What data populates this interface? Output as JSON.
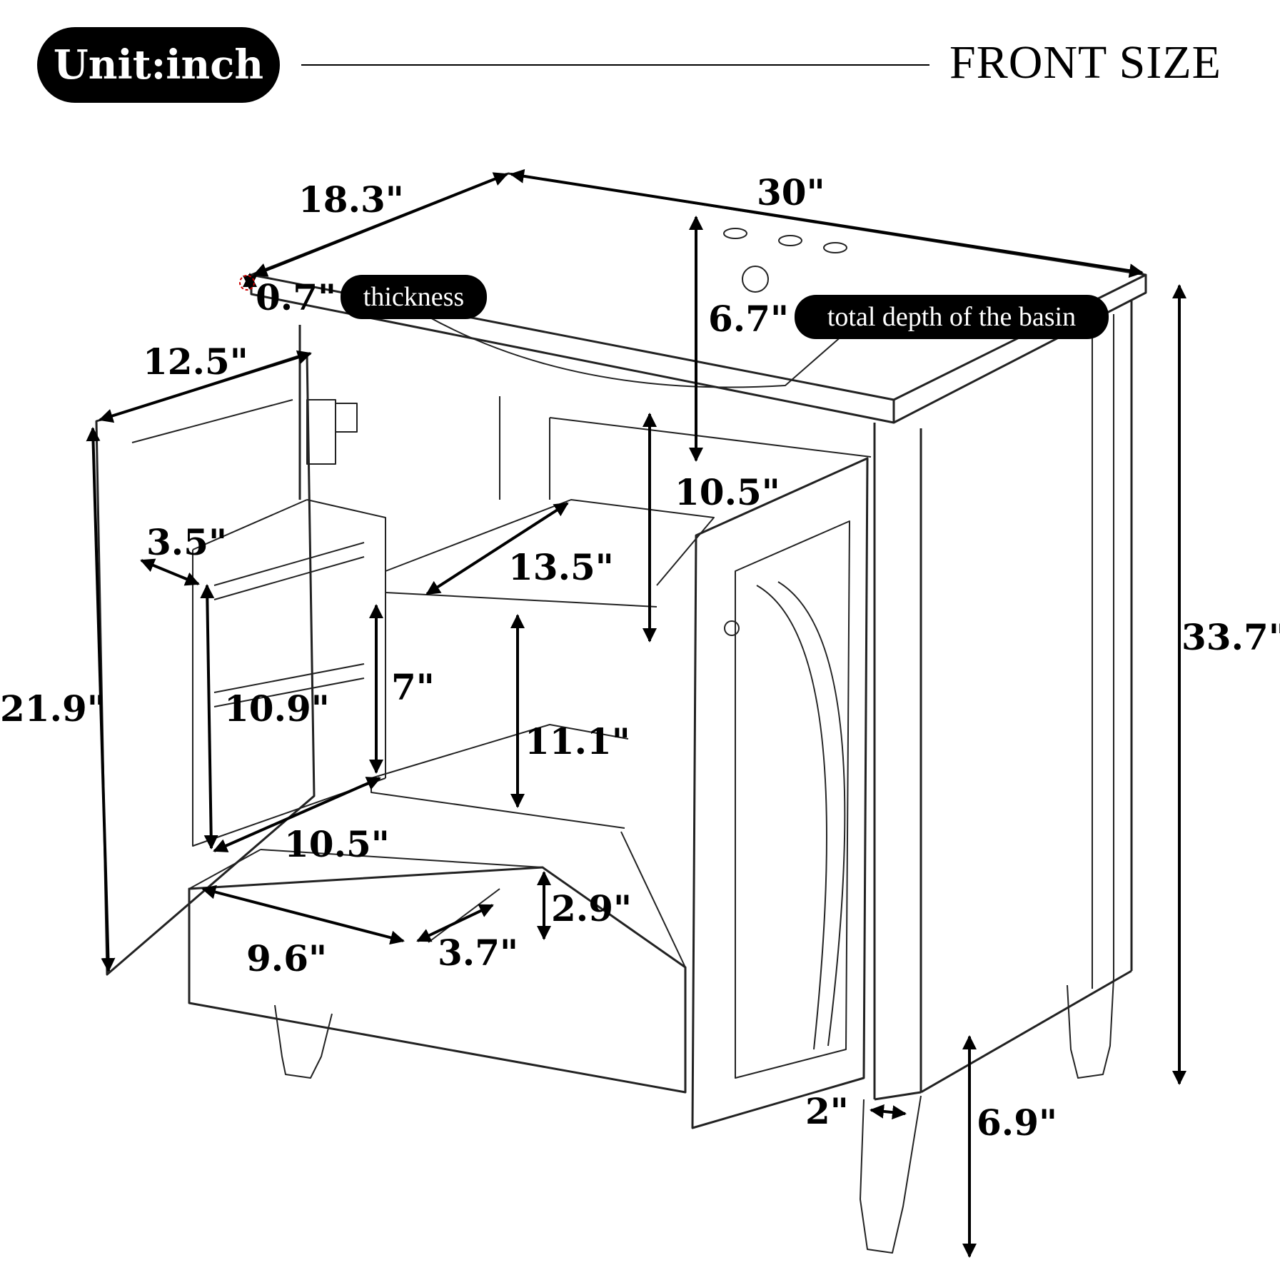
{
  "header": {
    "unit_label": "Unit:inch",
    "title": "FRONT SIZE"
  },
  "tags": {
    "thickness": "thickness",
    "basin_depth": "total depth of the basin"
  },
  "dimensions": {
    "depth": "18.3\"",
    "width": "30\"",
    "top_thickness": "0.7\"",
    "basin_depth": "6.7\"",
    "door_width": "12.5\"",
    "door_height": "21.9\"",
    "total_height": "33.7\"",
    "under_basin": "10.5\"",
    "shelf_depth": "13.5\"",
    "rack_depth": "3.5\"",
    "rack_height": "10.9\"",
    "rack_gap": "7\"",
    "lower_height": "11.1\"",
    "drawer_depth": "10.5\"",
    "drawer_width": "9.6\"",
    "drawer_section": "3.7\"",
    "drawer_height": "2.9\"",
    "leg_width": "2\"",
    "leg_height": "6.9\""
  }
}
